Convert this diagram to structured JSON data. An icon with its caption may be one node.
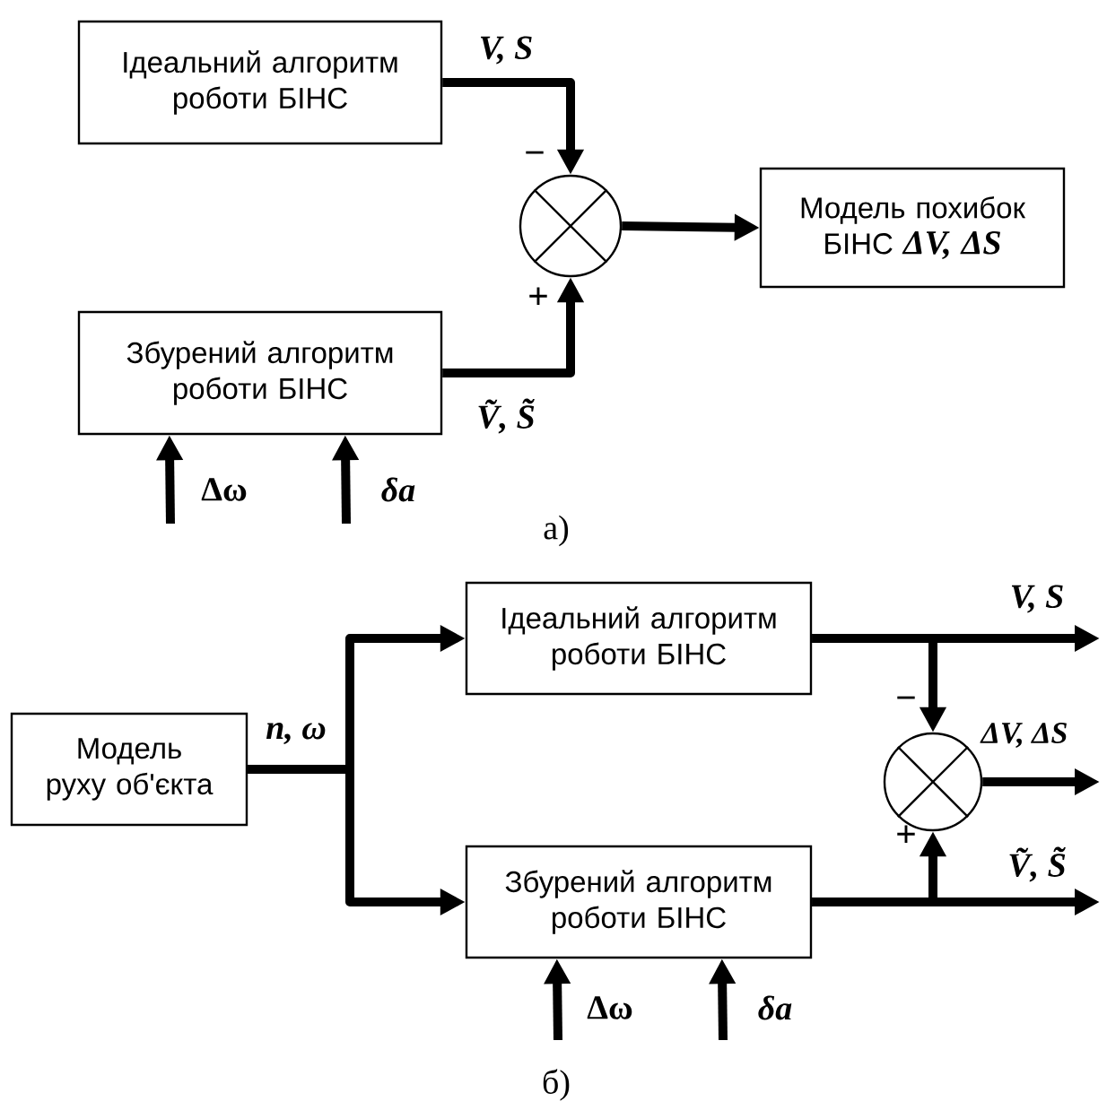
{
  "diagram": {
    "nodes": [
      {
        "text": [
          "Ідеальний алгоритм роботи БІНС"
        ]
      },
      {
        "text": [],
        "shape": "circle"
      },
      {
        "text": [
          "Модель похибок БІНС",
          "ΔV, ΔS"
        ]
      },
      {
        "text": [
          "Збурений алгоритм роботи БІНС"
        ]
      },
      {
        "text": [
          "Модель руху об'єкта"
        ]
      },
      {
        "text": [
          "Ідеальний алгоритм роботи БІНС"
        ]
      },
      {
        "text": [],
        "shape": "circle"
      },
      {
        "text": [
          "Збурений алгоритм роботи БІНС"
        ]
      }
    ],
    "edges": [
      {
        "from": 0,
        "to": 1,
        "arrow": "to",
        "label": "V, S"
      },
      {
        "from": 3,
        "to": 1,
        "arrow": "to",
        "label": "Ṽ, S̃"
      },
      {
        "from": 1,
        "to": 2,
        "arrow": "to"
      },
      {
        "from": null,
        "to": 3,
        "arrow": "to",
        "label": "Δω"
      },
      {
        "from": null,
        "to": 3,
        "arrow": "to",
        "label": "δa"
      },
      {
        "from": 4,
        "to": 5,
        "arrow": "to",
        "label": "n, ω"
      },
      {
        "from": 4,
        "to": 7,
        "arrow": "to"
      },
      {
        "from": 5,
        "to": null,
        "arrow": "to",
        "label": "V, S"
      },
      {
        "from": 5,
        "to": 6,
        "arrow": "to"
      },
      {
        "from": 6,
        "to": null,
        "arrow": "to",
        "label": "ΔV, ΔS"
      },
      {
        "from": 7,
        "to": 6,
        "arrow": "to"
      },
      {
        "from": 7,
        "to": null,
        "arrow": "to",
        "label": "Ṽ, S̃"
      },
      {
        "from": null,
        "to": 7,
        "arrow": "to",
        "label": "Δω"
      },
      {
        "from": null,
        "to": 7,
        "arrow": "to",
        "label": "δa"
      }
    ],
    "labels": [
      "−",
      "+",
      "а)",
      "−",
      "+",
      "б)"
    ]
  }
}
